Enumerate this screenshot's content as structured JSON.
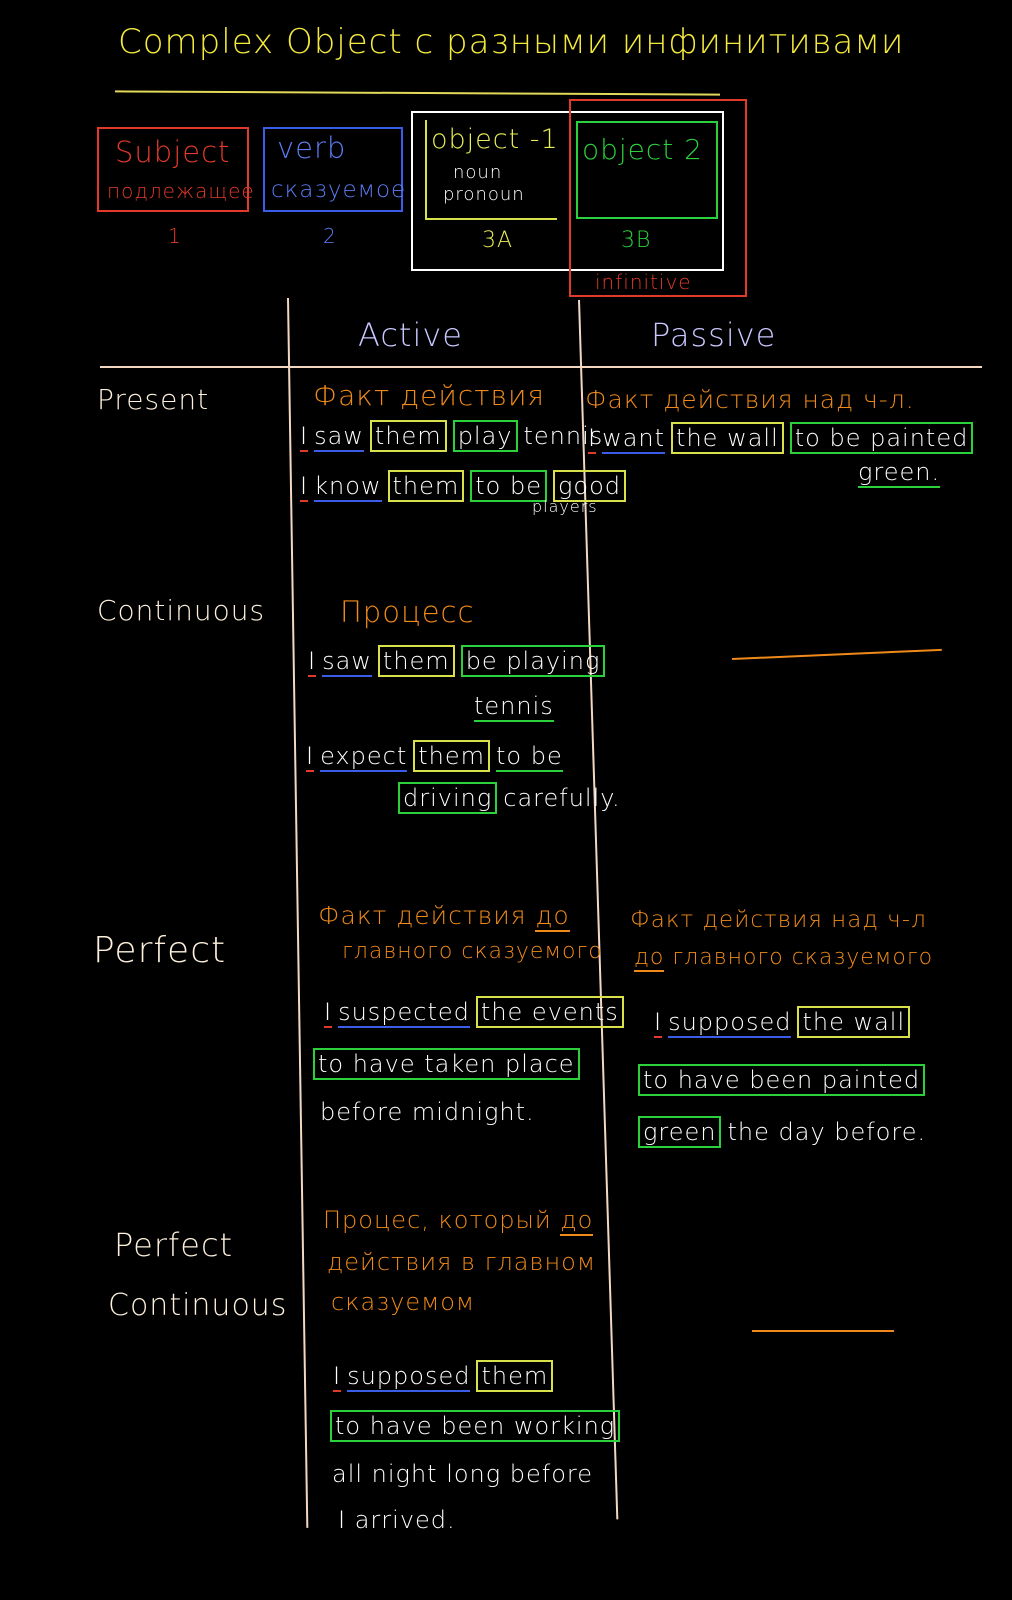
{
  "title": "Complex Object с разными инфинитивами",
  "boxes": {
    "subject": {
      "en": "Subject",
      "ru": "подлежащее",
      "num": "1"
    },
    "verb": {
      "en": "verb",
      "ru": "сказуемое",
      "num": "2"
    },
    "object1": {
      "en": "object -1",
      "sub1": "noun",
      "sub2": "pronoun",
      "num": "3A"
    },
    "object2": {
      "en": "object 2",
      "num": "3B",
      "note": "infinitive"
    }
  },
  "columns": {
    "active": "Active",
    "passive": "Passive"
  },
  "rows": {
    "present": "Present",
    "continuous": "Continuous",
    "perfect": "Perfect",
    "perfect_continuous_1": "Perfect",
    "perfect_continuous_2": "Continuous"
  },
  "headings": {
    "present_active": "Факт действия",
    "present_passive": "Факт действия над ч-л.",
    "continuous_active": "Процесс",
    "perfect_active_1a": "Факт действия",
    "perfect_active_1b": "до",
    "perfect_active_2": "главного сказуемого",
    "perfect_passive_1": "Факт действия над ч-л",
    "perfect_passive_2a": "до",
    "perfect_passive_2b": "главного сказуемого",
    "pc_active_1a": "Процес, который",
    "pc_active_1b": "до",
    "pc_active_2": "действия в главном",
    "pc_active_3": "сказуемом"
  },
  "sentences": {
    "pa1": {
      "s": "I",
      "v": "saw",
      "o": "them",
      "i": "play",
      "r": "tennis."
    },
    "pa2": {
      "s": "I",
      "v": "know",
      "o": "them",
      "i": "to be",
      "r1": "good",
      "r2": "players"
    },
    "pp1": {
      "s": "I",
      "v": "want",
      "o": "the wall",
      "i": "to be painted",
      "r": "green."
    },
    "ca1": {
      "s": "I",
      "v": "saw",
      "o": "them",
      "i": "be playing",
      "r": "tennis"
    },
    "ca2": {
      "s": "I",
      "v": "expect",
      "o": "them",
      "i": "to be",
      "i2": "driving",
      "r": "carefully."
    },
    "fa1": {
      "s": "I",
      "v": "suspected",
      "o": "the events",
      "i": "to have taken place",
      "r": "before midnight."
    },
    "fp1": {
      "s": "I",
      "v": "supposed",
      "o": "the wall",
      "i": "to have been painted",
      "r1": "green",
      "r2": "the day before."
    },
    "pca1": {
      "s": "I",
      "v": "supposed",
      "o": "them",
      "i": "to have been working",
      "r": "all night long before",
      "r2": "I arrived."
    }
  },
  "colors": {
    "title": "#f4ea3b",
    "subject": "#e23a2a",
    "verb": "#3a5de8",
    "object1": "#d8e04a",
    "object2": "#2bd13a",
    "heading": "#ef8a1a",
    "grid": "#f3d7c0"
  }
}
